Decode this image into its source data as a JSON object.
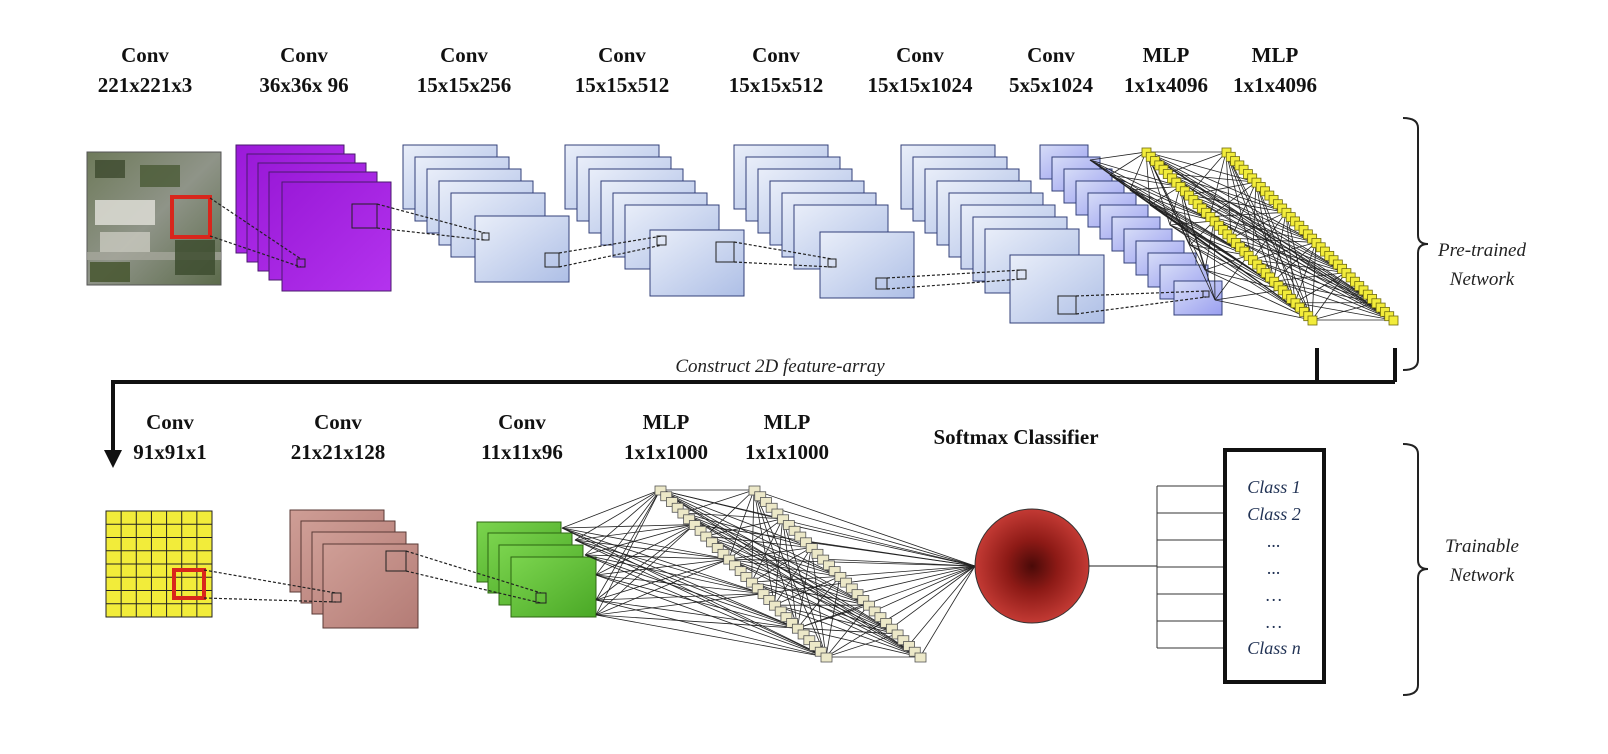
{
  "pretrained_layers": [
    {
      "type": "Conv",
      "dims": "221x221x3"
    },
    {
      "type": "Conv",
      "dims": "36x36x 96"
    },
    {
      "type": "Conv",
      "dims": "15x15x256"
    },
    {
      "type": "Conv",
      "dims": "15x15x512"
    },
    {
      "type": "Conv",
      "dims": "15x15x512"
    },
    {
      "type": "Conv",
      "dims": "15x15x1024"
    },
    {
      "type": "Conv",
      "dims": "5x5x1024"
    },
    {
      "type": "MLP",
      "dims": "1x1x4096"
    },
    {
      "type": "MLP",
      "dims": "1x1x4096"
    }
  ],
  "trainable_layers": [
    {
      "type": "Conv",
      "dims": "91x91x1"
    },
    {
      "type": "Conv",
      "dims": "21x21x128"
    },
    {
      "type": "Conv",
      "dims": "11x11x96"
    },
    {
      "type": "MLP",
      "dims": "1x1x1000"
    },
    {
      "type": "MLP",
      "dims": "1x1x1000"
    }
  ],
  "softmax_label": "Softmax Classifier",
  "construct_label": "Construct 2D feature-array",
  "brace_pretrained": [
    "Pre-trained",
    "Network"
  ],
  "brace_trainable": [
    "Trainable",
    "Network"
  ],
  "classes": [
    "Class 1",
    "Class 2",
    "...",
    "...",
    "…",
    "…",
    "Class n"
  ],
  "colors": {
    "purple": "#a51fe0",
    "blue_light": "#dbe4f7",
    "blue_edge": "#33407a",
    "yellow": "#f2ec3a",
    "rose": "#c08b84",
    "green": "#62c23a",
    "softmax_red": "#a81f1c",
    "highlight_red": "#d8261c",
    "node_beige": "#ece8c8"
  }
}
